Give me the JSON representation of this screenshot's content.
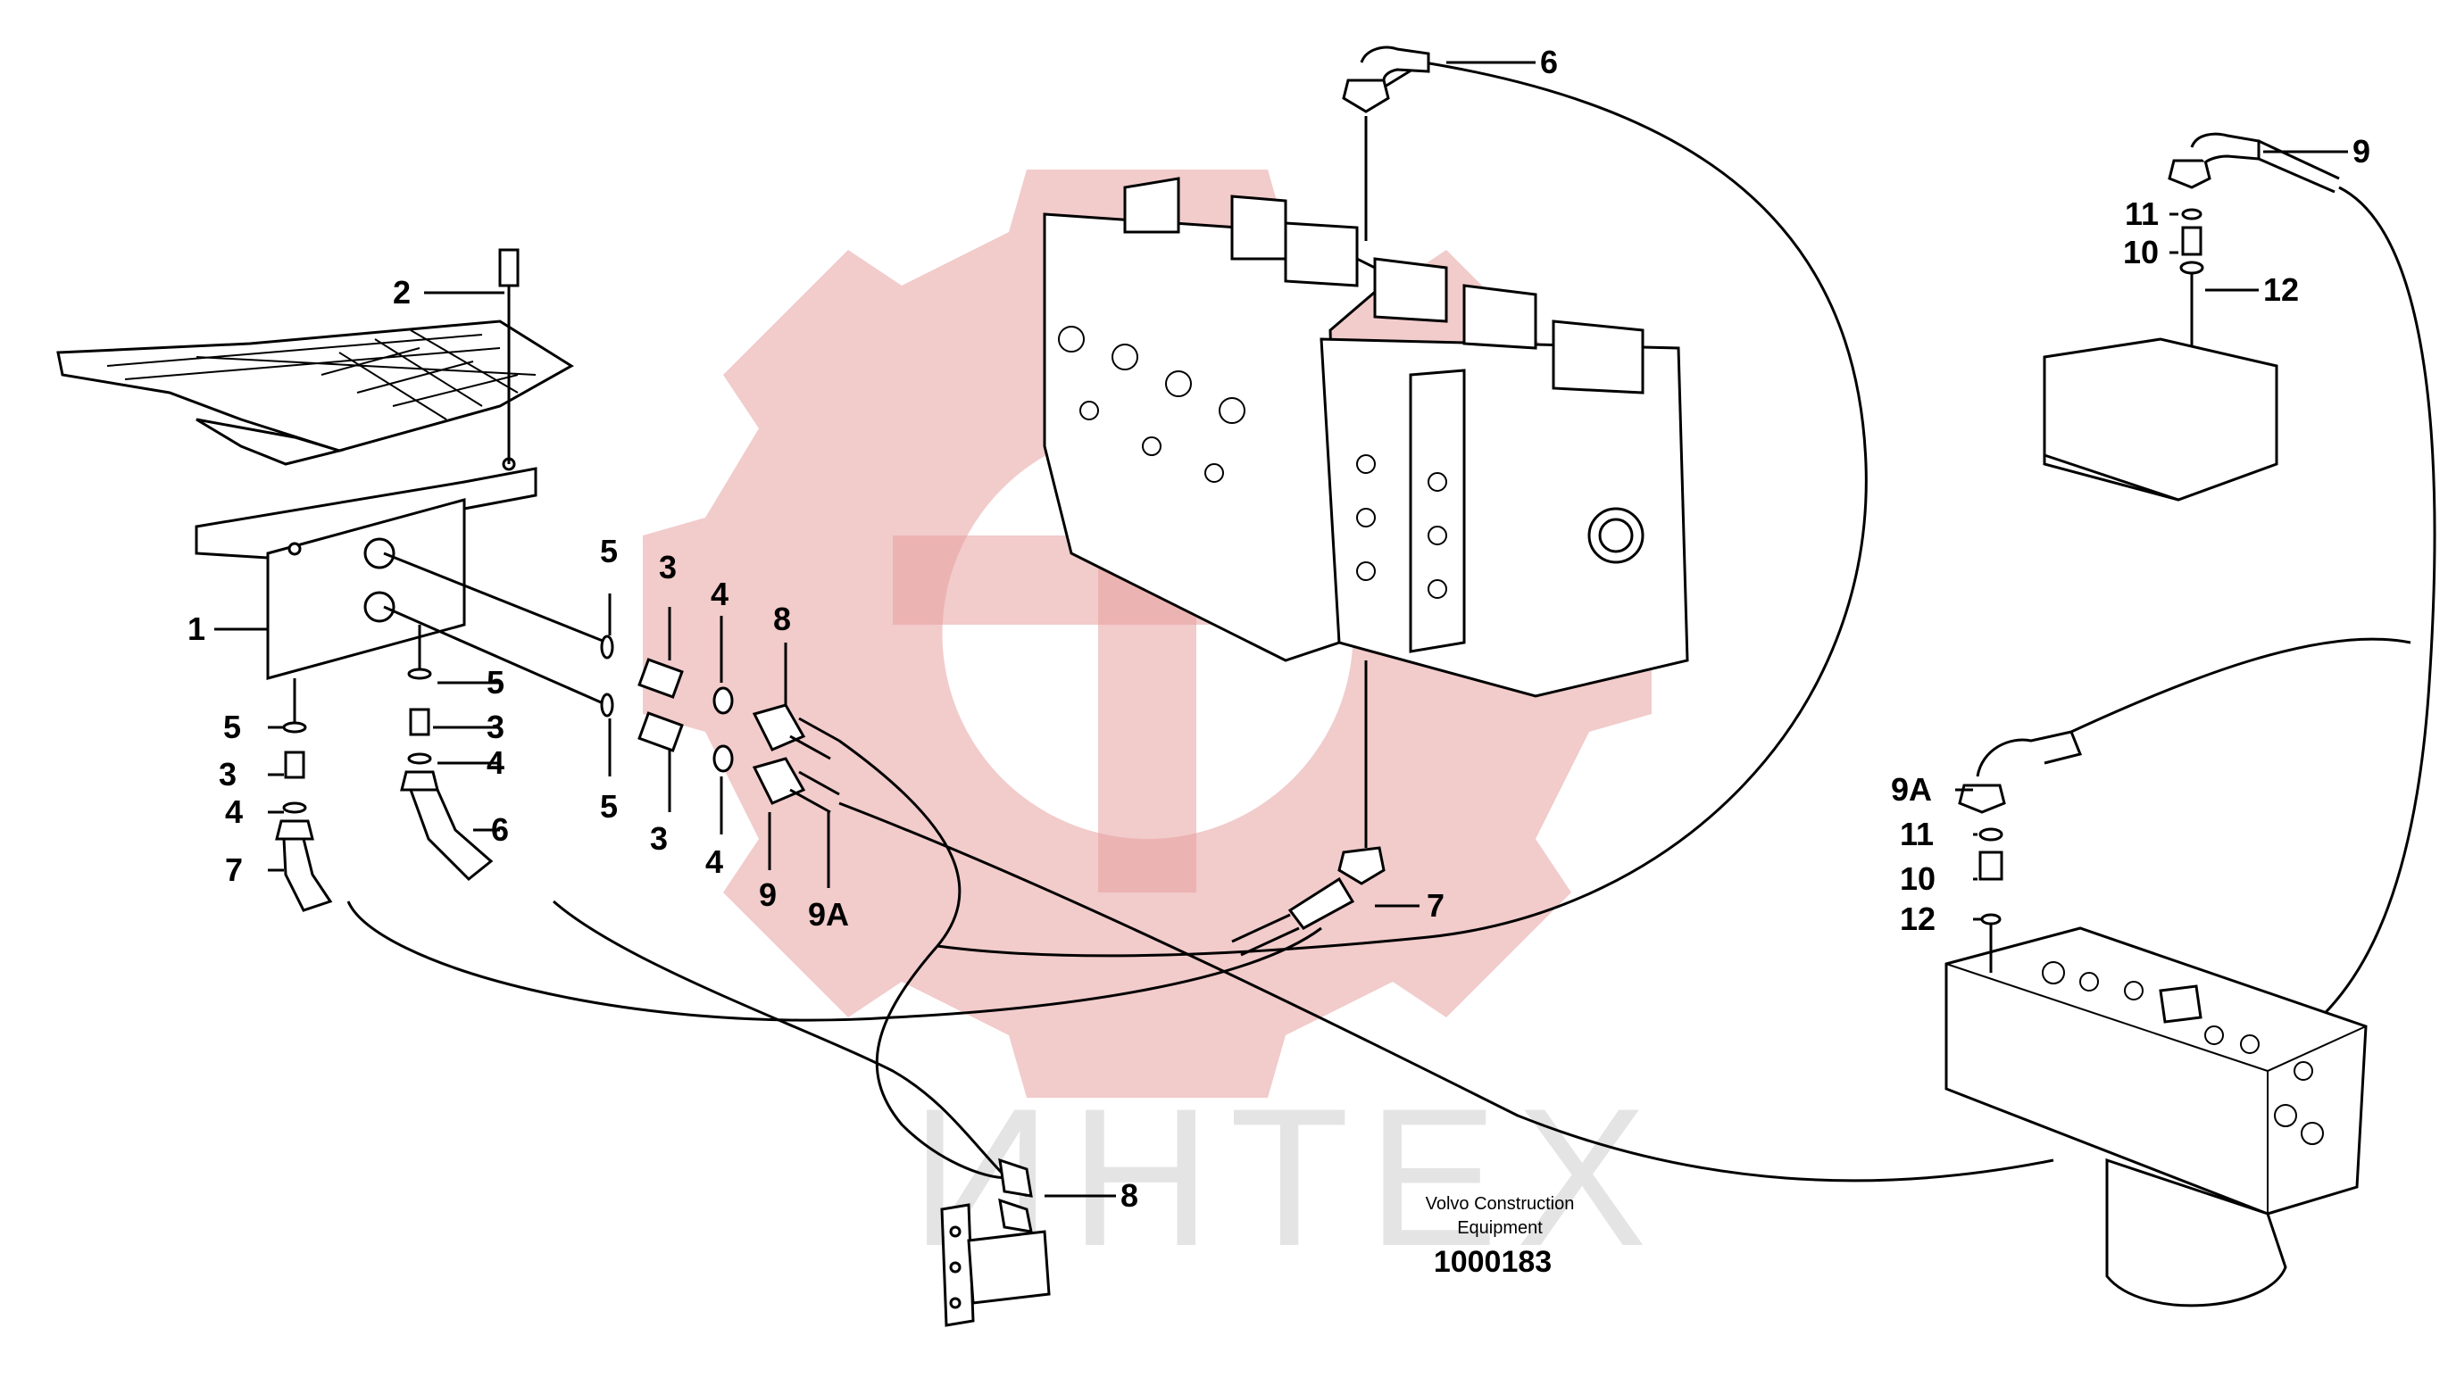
{
  "diagram": {
    "callouts": {
      "c1": "1",
      "c2": "2",
      "c3a": "3",
      "c3b": "3",
      "c3c": "3",
      "c3d": "3",
      "c4a": "4",
      "c4b": "4",
      "c4c": "4",
      "c4d": "4",
      "c5a": "5",
      "c5b": "5",
      "c5c": "5",
      "c5d": "5",
      "c6a": "6",
      "c6b": "6",
      "c7a": "7",
      "c7b": "7",
      "c8a": "8",
      "c8b": "8",
      "c9a": "9",
      "c9b": "9",
      "c9A_a": "9A",
      "c9A_b": "9A",
      "c10a": "10",
      "c10b": "10",
      "c11a": "11",
      "c11b": "11",
      "c12a": "12",
      "c12b": "12"
    },
    "caption": {
      "line1": "Volvo Construction",
      "line2": "Equipment",
      "number": "1000183"
    },
    "watermark": {
      "text": "ИНТЕХ",
      "color": "#e8a0a0"
    }
  }
}
